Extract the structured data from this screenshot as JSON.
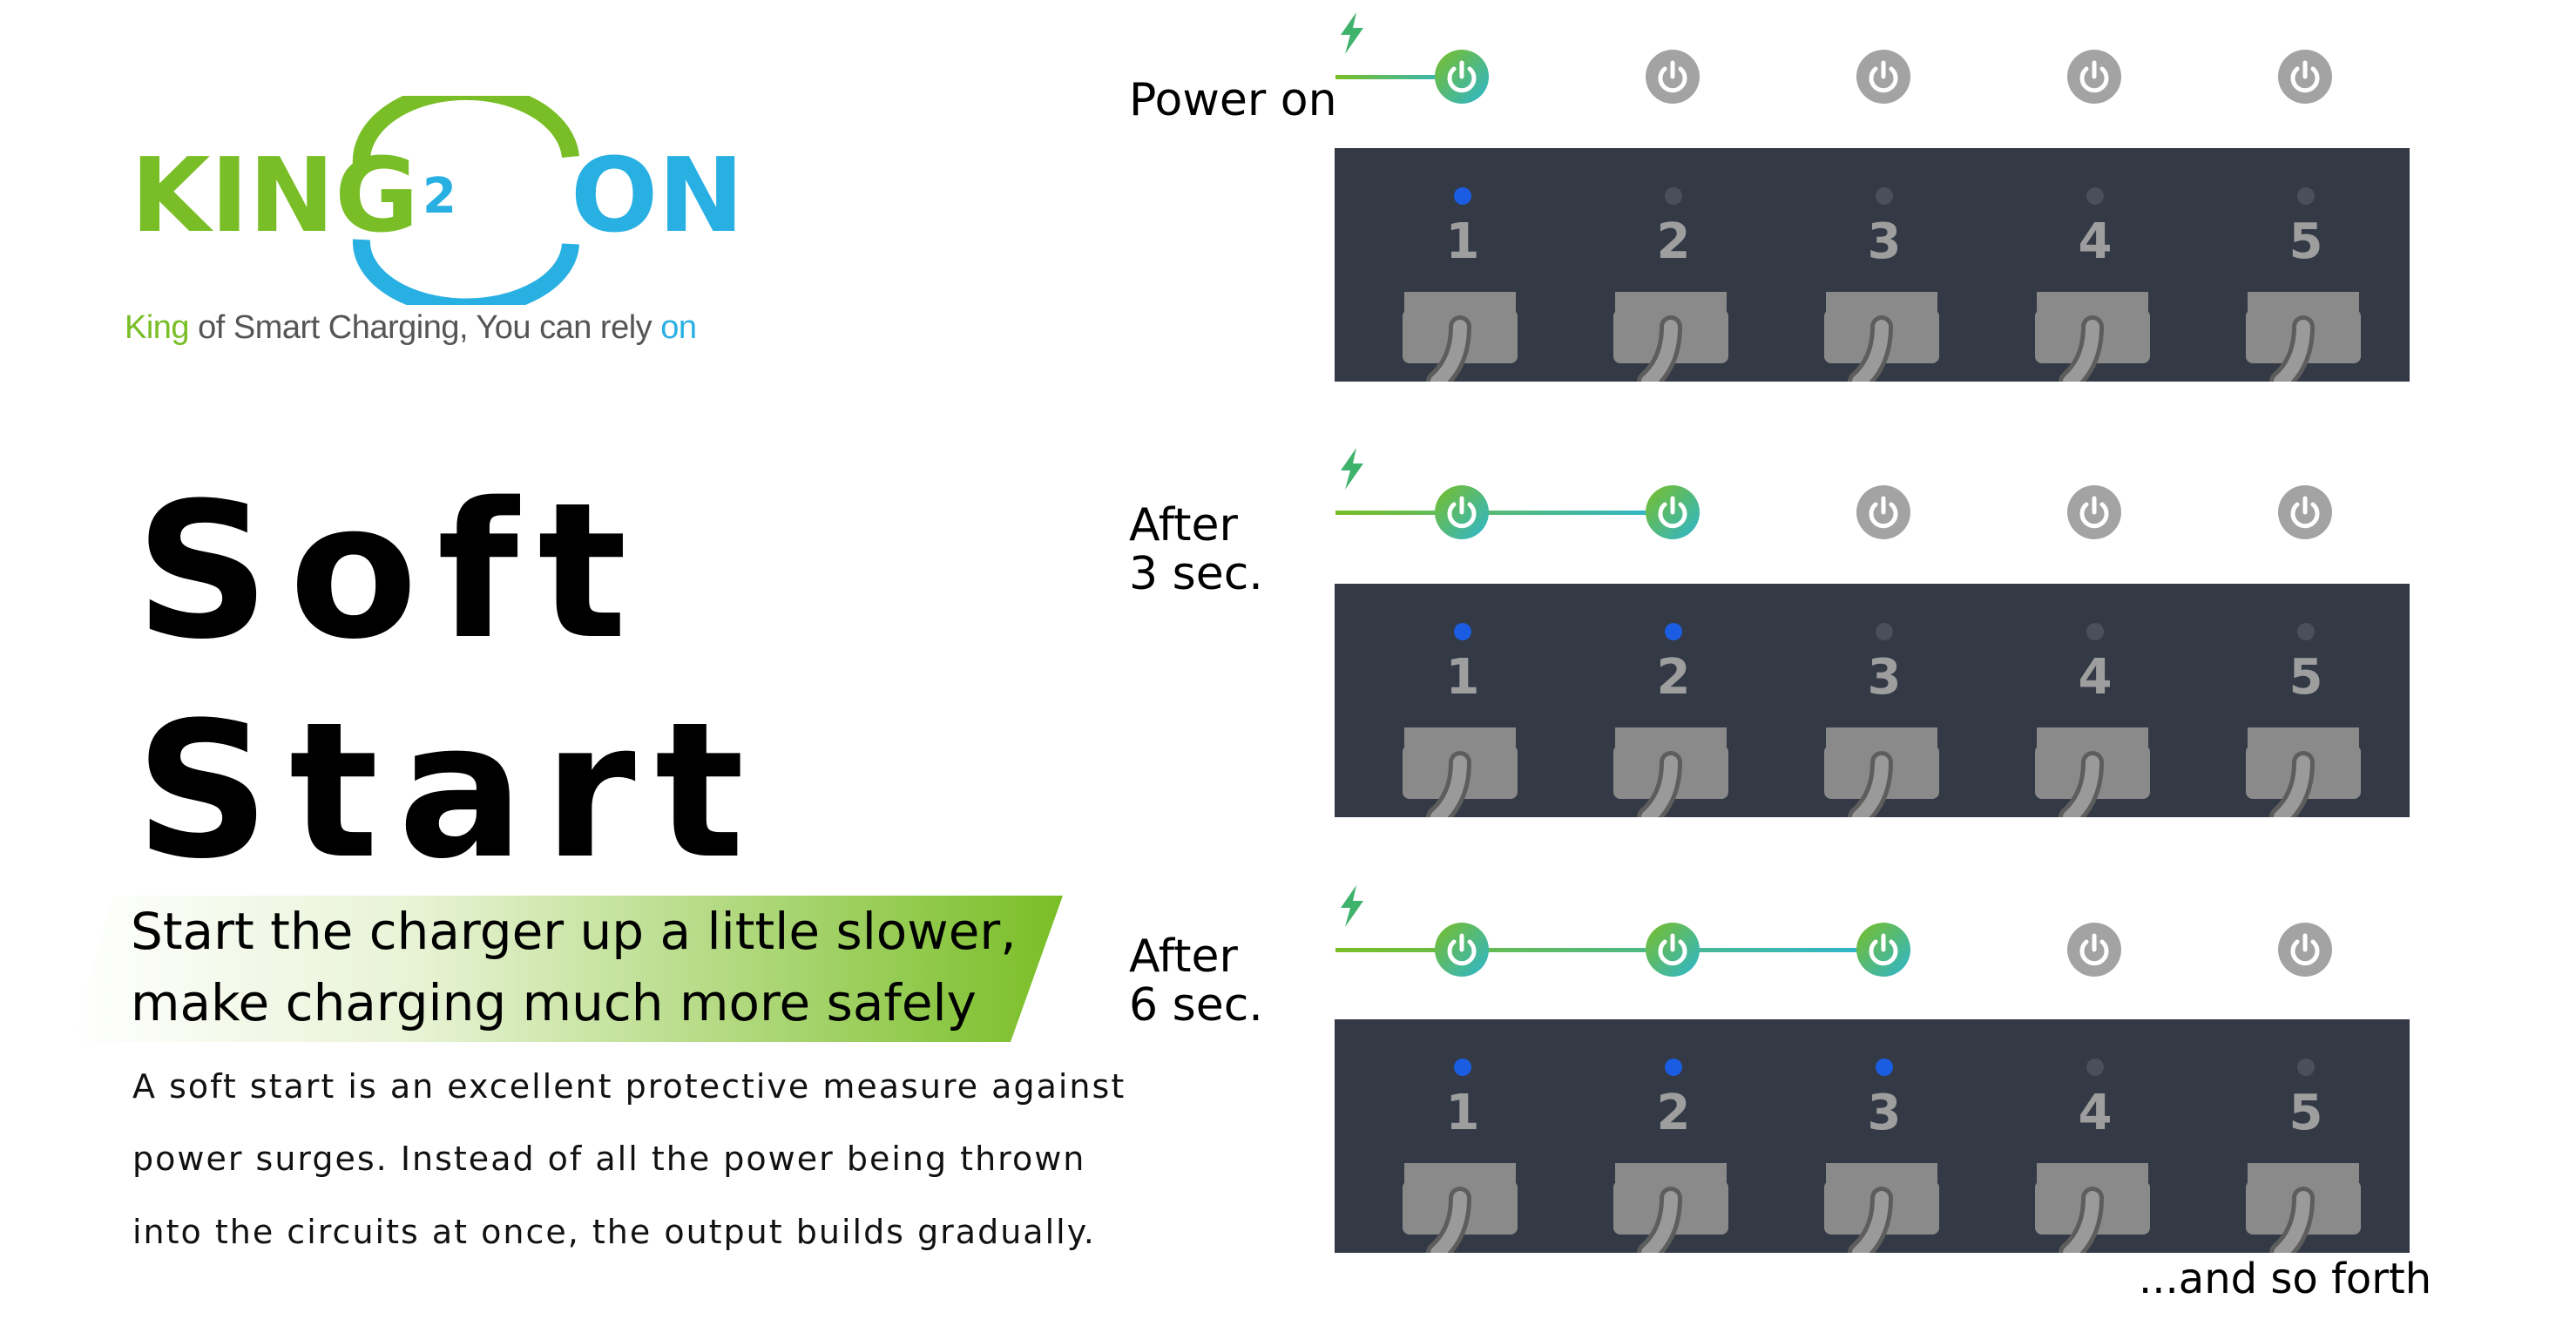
{
  "logo": {
    "word_left": "KING",
    "word_mid": "2",
    "word_right": "ON",
    "colors": {
      "green": "#79be26",
      "blue": "#29b0e3"
    }
  },
  "tagline": {
    "king": "King",
    "middle": " of Smart Charging, You can rely ",
    "on": "on"
  },
  "title": {
    "line1": "Soft",
    "line2": "Start"
  },
  "subtitle": {
    "line1": "Start the charger up a little slower,",
    "line2": "make charging much more safely"
  },
  "description": {
    "line1": "A soft start is an excellent protective measure against",
    "line2": "power surges. Instead of all the power being thrown",
    "line3": "into the circuits at once, the output builds gradually."
  },
  "stages": [
    {
      "label_lines": [
        "Power on"
      ],
      "ports_on": 1
    },
    {
      "label_lines": [
        "After",
        "3 sec."
      ],
      "ports_on": 2
    },
    {
      "label_lines": [
        "After",
        "6 sec."
      ],
      "ports_on": 3
    }
  ],
  "ports": [
    "1",
    "2",
    "3",
    "4",
    "5"
  ],
  "icons": {
    "bolt": "lightning-bolt-icon",
    "power": "power-icon",
    "port": "usb-plug-icon",
    "led": "status-led-icon"
  },
  "colors": {
    "panel": "#333a45",
    "led_on": "#1a5de3",
    "led_off": "#4a5059",
    "button_off": "#a3a3a3",
    "button_on_gradient": [
      "#79be26",
      "#2eb6d0"
    ],
    "band_gradient": [
      "#ffffff",
      "#79be26"
    ]
  },
  "footer": {
    "and_so_forth": "...and so forth"
  }
}
